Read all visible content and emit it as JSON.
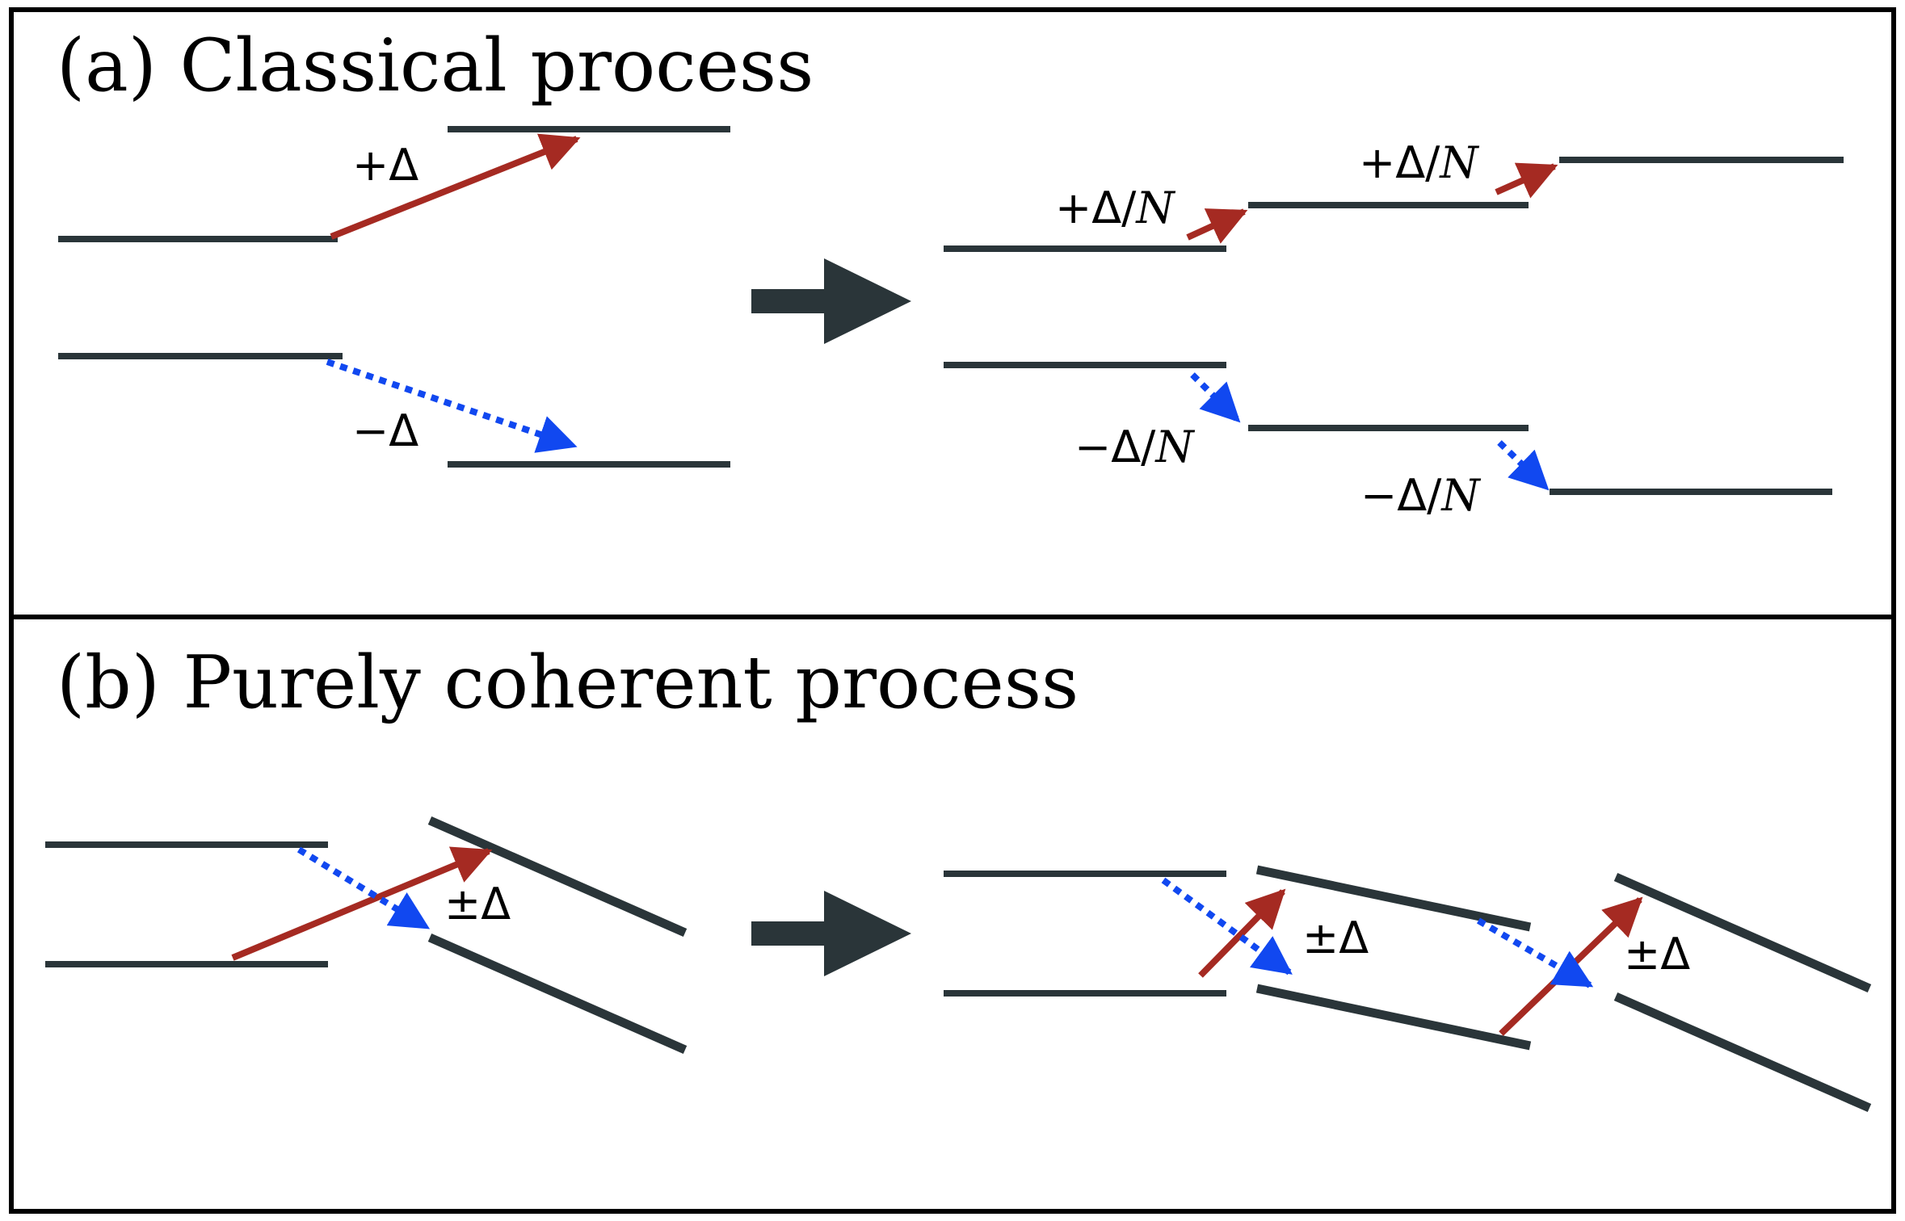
{
  "panel_a": {
    "title": "(a) Classical process",
    "label_plus": "+Δ",
    "label_minus": "−Δ",
    "label_plus_step_1_prefix": "+Δ/",
    "label_plus_step_1_var": "N",
    "label_plus_step_2_prefix": "+Δ/",
    "label_plus_step_2_var": "N",
    "label_minus_step_1_prefix": "−Δ/",
    "label_minus_step_1_var": "N",
    "label_minus_step_2_prefix": "−Δ/",
    "label_minus_step_2_var": "N"
  },
  "panel_b": {
    "title": "(b) Purely coherent process",
    "label_left": "±Δ",
    "label_right_1": "±Δ",
    "label_right_2": "±Δ"
  },
  "colors": {
    "level": "#2a3539",
    "red_arrow": "#a52a22",
    "blue_arrow": "#1148f0",
    "frame": "#000000"
  }
}
